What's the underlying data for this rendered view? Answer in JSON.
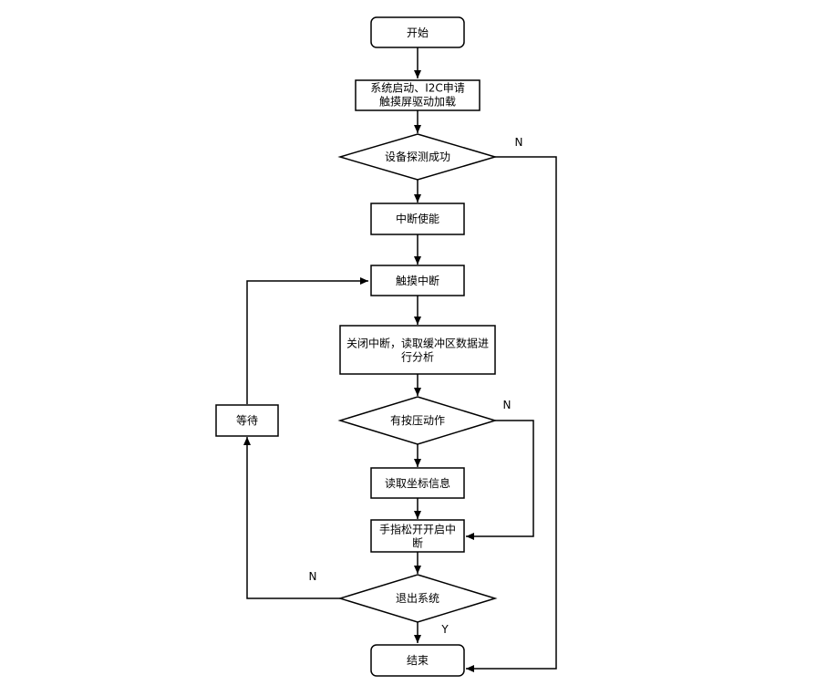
{
  "diagram": {
    "nodes": {
      "start": [
        "开始"
      ],
      "init": [
        "系统启动、I2C申请",
        "触摸屏驱动加载"
      ],
      "probe": [
        "设备探测成功"
      ],
      "irq_enable": [
        "中断使能"
      ],
      "touch_irq": [
        "触摸中断"
      ],
      "analyze": [
        "关闭中断，读取缓冲区数据进",
        "行分析"
      ],
      "press": [
        "有按压动作"
      ],
      "read_coords": [
        "读取坐标信息"
      ],
      "release": [
        "手指松开开启中",
        "断"
      ],
      "exit": [
        "退出系统"
      ],
      "wait": [
        "等待"
      ],
      "end": [
        "结束"
      ]
    },
    "edge_labels": {
      "probe_no": "N",
      "press_no": "N",
      "exit_no": "N",
      "exit_yes": "Y"
    }
  }
}
